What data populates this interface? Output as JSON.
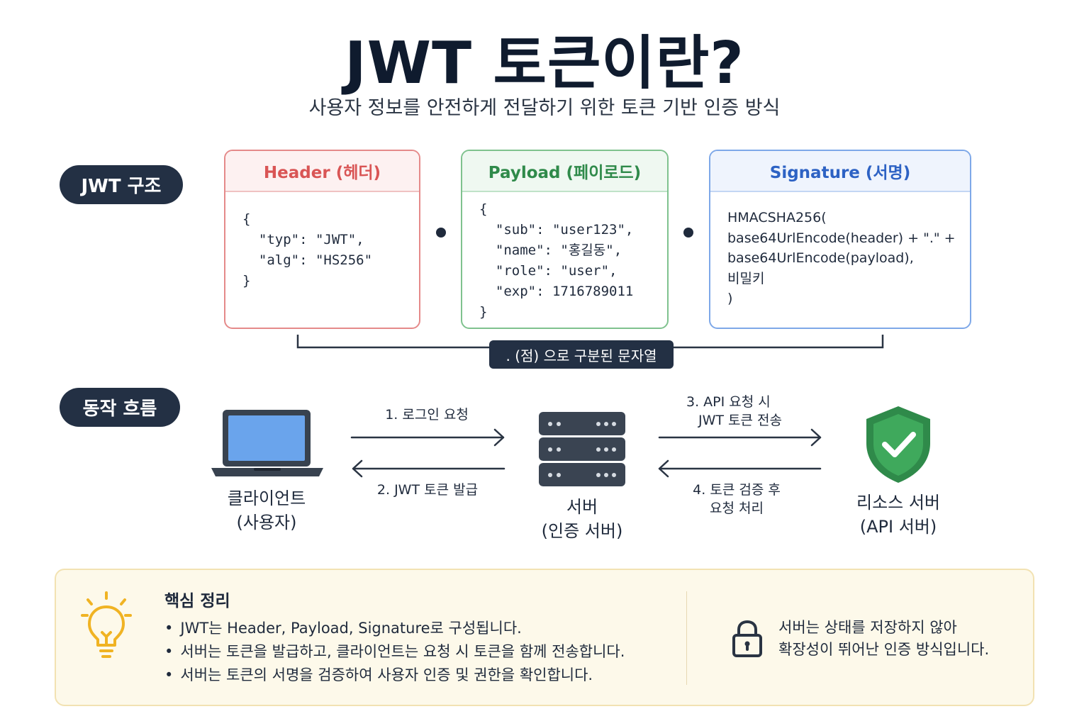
{
  "title": "JWT 토큰이란?",
  "subtitle": "사용자 정보를 안전하게 전달하기 위한 토큰 기반 인증 방식",
  "structure": {
    "pill": "JWT 구조",
    "header": {
      "title": "Header (헤더)",
      "code": "{\n  \"typ\": \"JWT\",\n  \"alg\": \"HS256\"\n}",
      "color": "#e06363"
    },
    "payload": {
      "title": "Payload (페이로드)",
      "code": "{\n  \"sub\": \"user123\",\n  \"name\": \"홍길동\",\n  \"role\": \"user\",\n  \"exp\": 1716789011\n}",
      "color": "#3e9e5a"
    },
    "signature": {
      "title": "Signature (서명)",
      "code": "HMACSHA256(\nbase64UrlEncode(header) + \".\" +\nbase64UrlEncode(payload),\n비밀키\n)",
      "color": "#3a74d6"
    },
    "separator_label": ". (점) 으로 구분된 문자열"
  },
  "flow": {
    "pill": "동작 흐름",
    "client": {
      "line1": "클라이언트",
      "line2": "(사용자)",
      "icon": "laptop-icon"
    },
    "auth_server": {
      "line1": "서버",
      "line2": "(인증 서버)",
      "icon": "server-icon"
    },
    "resource_server": {
      "line1": "리소스 서버",
      "line2": "(API 서버)",
      "icon": "shield-check-icon"
    },
    "step1": "1. 로그인 요청",
    "step2": "2. JWT 토큰 발급",
    "step3_line1": "3. API 요청 시",
    "step3_line2": "JWT 토큰 전송",
    "step4_line1": "4. 토큰 검증 후",
    "step4_line2": "요청 처리"
  },
  "summary": {
    "title": "핵심 정리",
    "icon": "lightbulb-icon",
    "points": [
      "JWT는 Header, Payload, Signature로 구성됩니다.",
      "서버는 토큰을 발급하고, 클라이언트는 요청 시 토큰을 함께 전송합니다.",
      "서버는 토큰의 서명을 검증하여 사용자 인증 및 권한을 확인합니다."
    ],
    "lock_icon": "lock-icon",
    "side_line1": "서버는 상태를 저장하지 않아",
    "side_line2": "확장성이 뛰어난 인증 방식입니다."
  }
}
